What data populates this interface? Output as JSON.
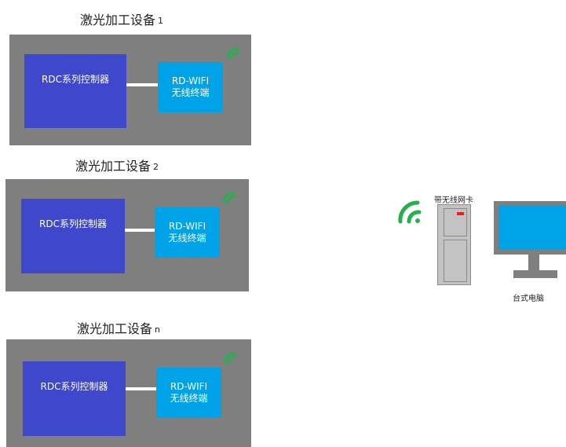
{
  "devices": [
    {
      "title": "激光加工设备",
      "index": "1",
      "controller": "RDC系列控制器",
      "terminal_line1": "RD-WIFI",
      "terminal_line2": "无线终端"
    },
    {
      "title": "激光加工设备",
      "index": "2",
      "controller": "RDC系列控制器",
      "terminal_line1": "RD-WIFI",
      "terminal_line2": "无线终端"
    },
    {
      "title": "激光加工设备",
      "index": "n",
      "controller": "RDC系列控制器",
      "terminal_line1": "RD-WIFI",
      "terminal_line2": "无线终端"
    }
  ],
  "pc": {
    "nic_label": "带无线网卡",
    "computer_label": "台式电脑"
  },
  "colors": {
    "panel": "#7f7f7f",
    "controller": "#3f48cc",
    "terminal": "#00a2e8",
    "signal": "#22b14c",
    "monitor_screen": "#00a2e8",
    "tower": "#c3c3c3",
    "led": "#ed1c24"
  }
}
